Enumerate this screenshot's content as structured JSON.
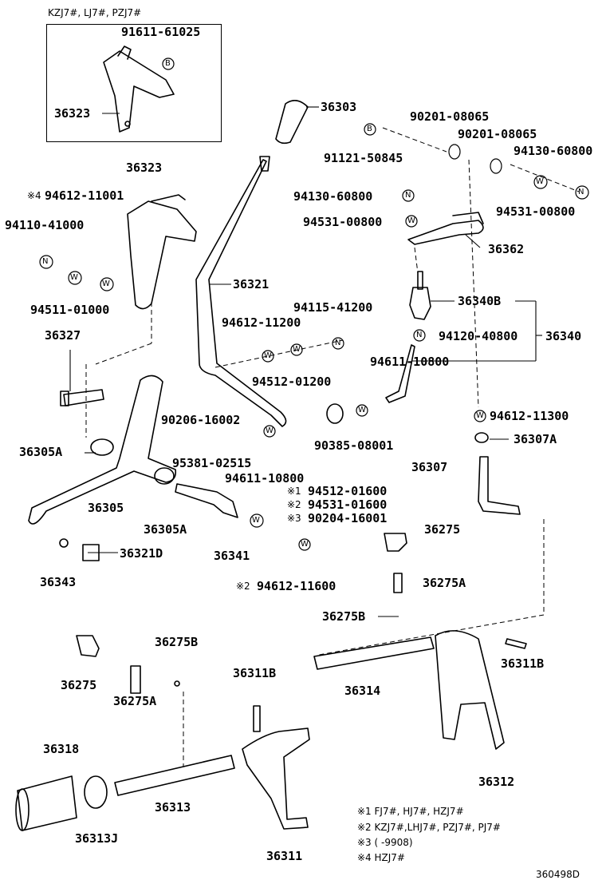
{
  "inset": {
    "title": "KZJ7#, LJ7#, PZJ7#",
    "part_a": "91611-61025",
    "part_b": "36323",
    "mark": "B"
  },
  "parts": {
    "p36303": "36303",
    "p36323": "36323",
    "p90201a": "90201-08065",
    "p90201b": "90201-08065",
    "p91121": "91121-50845",
    "p94130a": "94130-60800",
    "p94130b": "94130-60800",
    "p94612_11001": "94612-11001",
    "p94612_11001_mark": "※4",
    "p94110": "94110-41000",
    "p94531a": "94531-00800",
    "p94531b": "94531-00800",
    "p36362": "36362",
    "p36321": "36321",
    "p94511": "94511-01000",
    "p94115": "94115-41200",
    "p36340B": "36340B",
    "p94612_11200": "94612-11200",
    "p36327": "36327",
    "p94120": "94120-40800",
    "p36340": "36340",
    "p94512_01200": "94512-01200",
    "p94611a": "94611-10800",
    "p90206": "90206-16002",
    "p94612_11300": "94612-11300",
    "p36305A_l": "36305A",
    "p90385": "90385-08001",
    "p36307A": "36307A",
    "p95381": "95381-02515",
    "p36307": "36307",
    "p94611b": "94611-10800",
    "p36305": "36305",
    "p94512_01600": "94512-01600",
    "p94531_01600": "94531-01600",
    "p90204": "90204-16001",
    "p36305A_b": "36305A",
    "p36275": "36275",
    "p36321D": "36321D",
    "p36341": "36341",
    "p36343": "36343",
    "p94612_11600": "94612-11600",
    "p36275A": "36275A",
    "p36275B": "36275B",
    "p36275B_2": "36275B",
    "p36311B": "36311B",
    "p36311B_2": "36311B",
    "p36275_2": "36275",
    "p36314": "36314",
    "p36275A_2": "36275A",
    "p36318": "36318",
    "p36312": "36312",
    "p36313": "36313",
    "p36313J": "36313J",
    "p36311": "36311",
    "m1": "※1",
    "m2": "※2",
    "m3": "※3",
    "m2b": "※2"
  },
  "symbols": {
    "N": "N",
    "W": "W",
    "B": "B"
  },
  "notes": [
    "※1 FJ7#, HJ7#, HZJ7#",
    "※2 KZJ7#,LHJ7#, PZJ7#, PJ7#",
    "※3 (        -9908)",
    "※4 HZJ7#"
  ],
  "diagram_id": "360498D"
}
